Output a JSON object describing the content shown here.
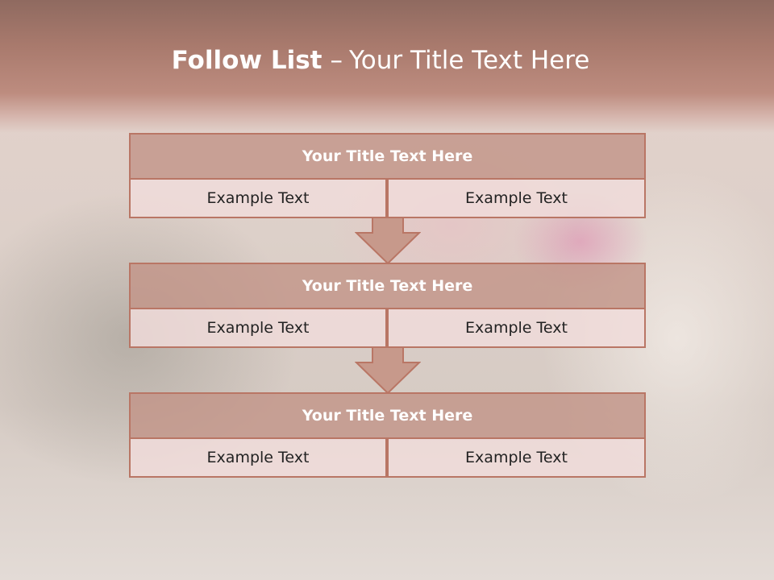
{
  "title": {
    "bold": "Follow List",
    "separator": "–",
    "rest": "Your Title Text Here"
  },
  "boxes": [
    {
      "heading": "Your Title Text Here",
      "left": "Example Text",
      "right": "Example Text"
    },
    {
      "heading": "Your Title Text Here",
      "left": "Example Text",
      "right": "Example Text"
    },
    {
      "heading": "Your Title Text Here",
      "left": "Example Text",
      "right": "Example Text"
    }
  ],
  "colors": {
    "header": "#a97a6d",
    "box_fill": "#c29487",
    "box_border": "#b97665",
    "cell_fill": "#f0dcda"
  }
}
